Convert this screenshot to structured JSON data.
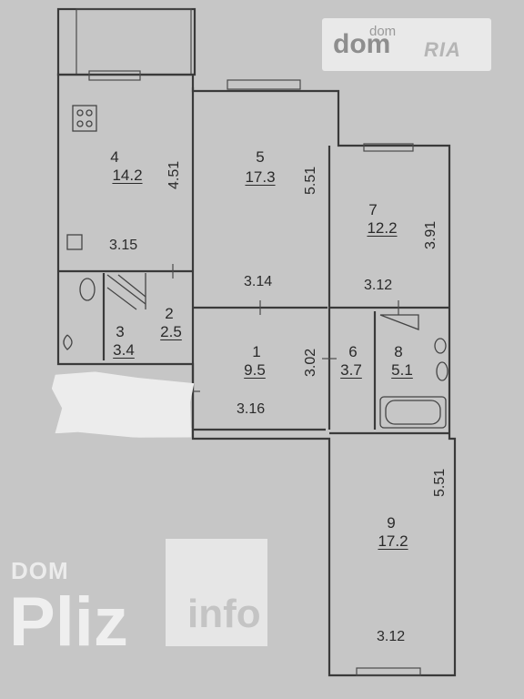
{
  "rooms": [
    {
      "id": "1",
      "area": "9.5"
    },
    {
      "id": "2",
      "area": "2.5"
    },
    {
      "id": "3",
      "area": "3.4"
    },
    {
      "id": "4",
      "area": "14.2"
    },
    {
      "id": "5",
      "area": "17.3"
    },
    {
      "id": "6",
      "area": "3.7"
    },
    {
      "id": "7",
      "area": "12.2"
    },
    {
      "id": "8",
      "area": "5.1"
    },
    {
      "id": "9",
      "area": "17.2"
    }
  ],
  "dimensions": {
    "room4_width": "3.15",
    "room4_length": "4.51",
    "room5_width": "3.14",
    "room5_length": "5.51",
    "room7_width": "3.12",
    "room7_length": "3.91",
    "room1_width": "3.16",
    "room1_length": "3.02",
    "room9_width": "3.12",
    "room9_length": "5.51"
  },
  "watermarks": {
    "dom_ria_big": "dom",
    "dom_ria_small": "dom",
    "dom_ria_mark": "RIA",
    "pliz_dom": "DOM",
    "pliz_name": "Pliz",
    "pliz_info": "info"
  }
}
